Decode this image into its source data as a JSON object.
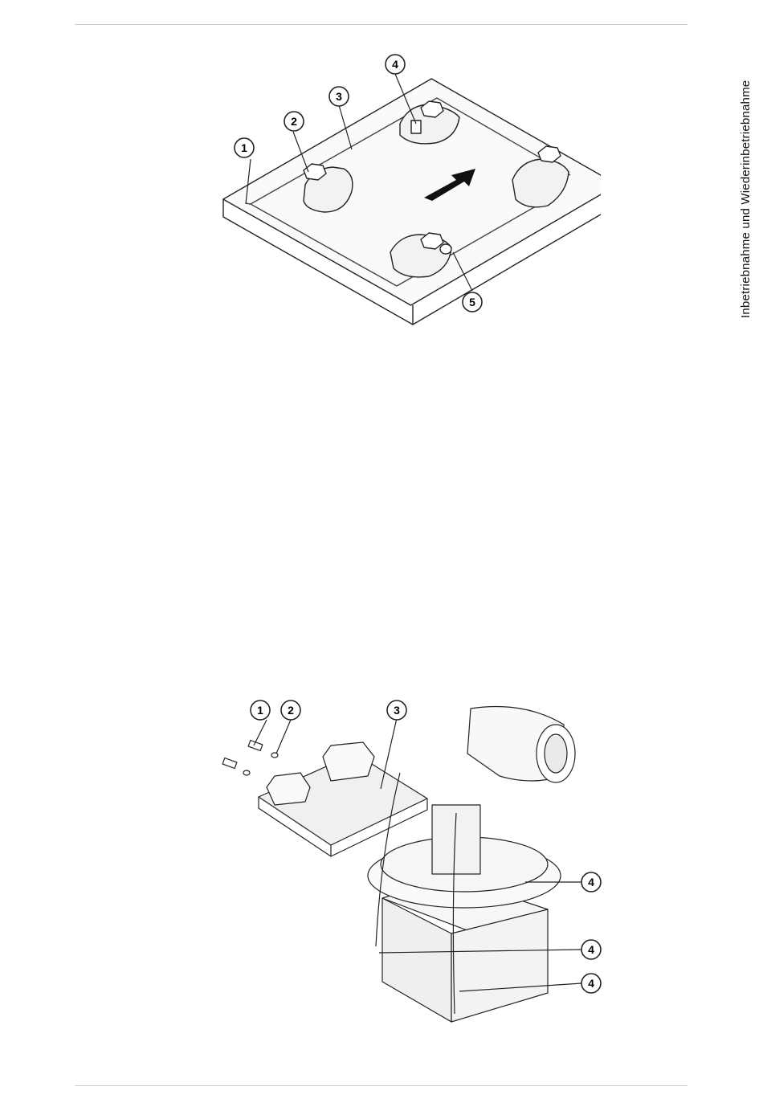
{
  "sidebar": {
    "section_title": "Inbetriebnahme und Wiederinbetriebnahme"
  },
  "figure_top": {
    "callouts": [
      "1",
      "2",
      "3",
      "4",
      "5"
    ]
  },
  "figure_bottom": {
    "callouts": [
      "1",
      "2",
      "3",
      "4",
      "4",
      "4"
    ]
  }
}
